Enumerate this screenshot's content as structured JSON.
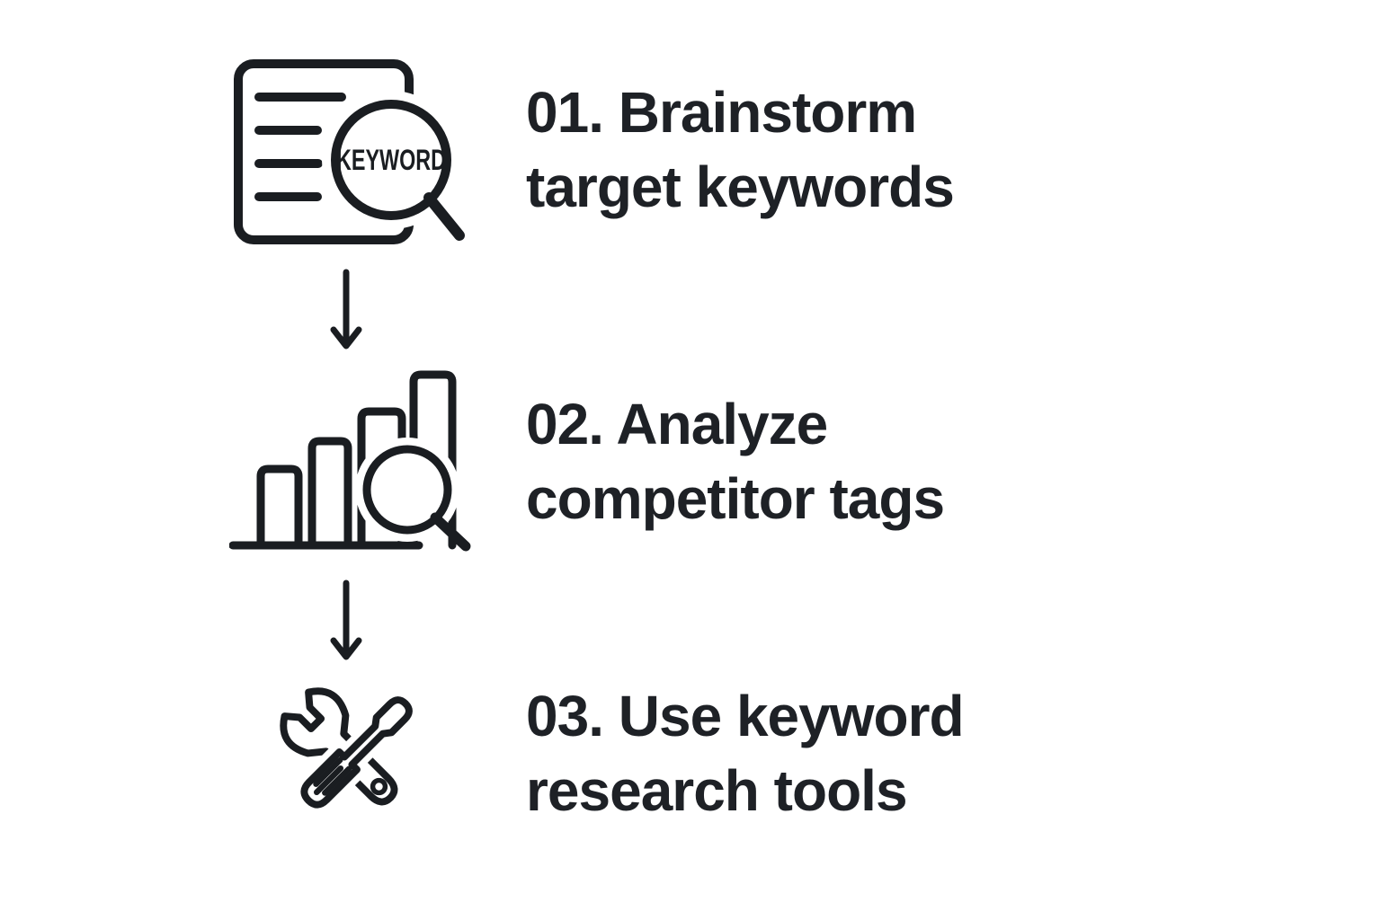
{
  "page": {
    "background_color": "#ffffff",
    "ink_color": "#1e2126",
    "type": "infographic-flow"
  },
  "steps": [
    {
      "icon": "document-keyword-search-icon",
      "icon_text": "KEYWORD",
      "title_line1": "01. Brainstorm",
      "title_line2": "target keywords"
    },
    {
      "icon": "bar-chart-search-icon",
      "title_line1": "02. Analyze",
      "title_line2": "competitor tags"
    },
    {
      "icon": "tools-wrench-screwdriver-icon",
      "title_line1": "03. Use keyword",
      "title_line2": "research tools"
    }
  ],
  "connectors": [
    {
      "icon": "arrow-down-icon"
    },
    {
      "icon": "arrow-down-icon"
    }
  ]
}
